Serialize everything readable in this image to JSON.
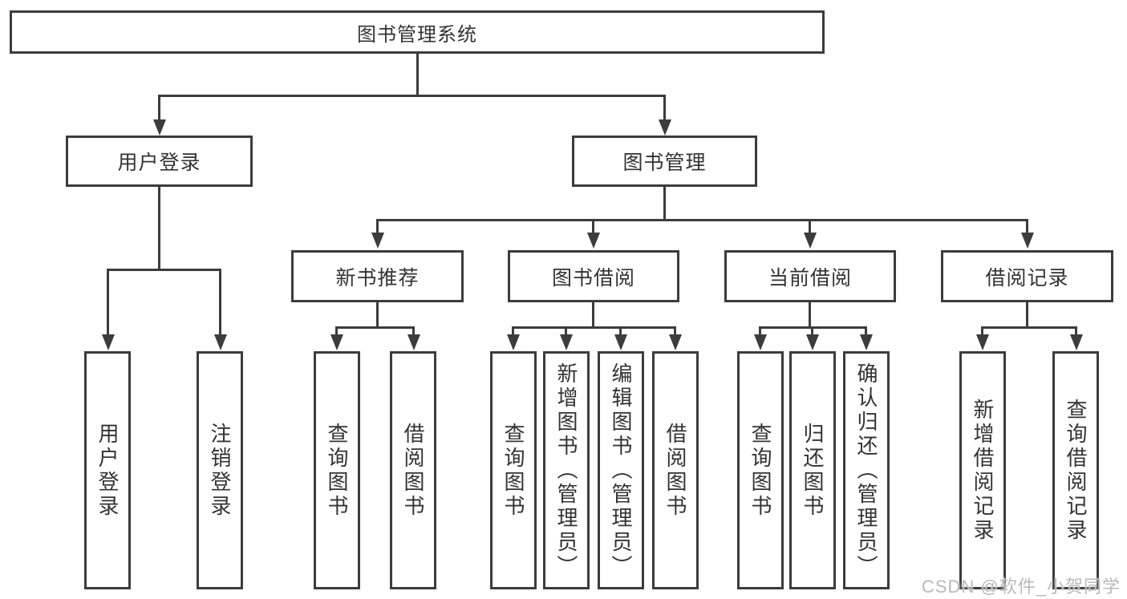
{
  "colors": {
    "line": "#3c3c3c",
    "text": "#333333",
    "background": "#ffffff",
    "watermark": "#b9b9b9"
  },
  "diagram": {
    "root": {
      "label": "图书管理系统"
    },
    "level2": [
      {
        "label": "用户登录"
      },
      {
        "label": "图书管理"
      }
    ],
    "level3": [
      {
        "label": "新书推荐"
      },
      {
        "label": "图书借阅"
      },
      {
        "label": "当前借阅"
      },
      {
        "label": "借阅记录"
      }
    ],
    "leaves": {
      "user_login": [
        "用户登录",
        "注销登录"
      ],
      "new_book": [
        "查询图书",
        "借阅图书"
      ],
      "borrow": [
        "查询图书",
        "新增图书（管理员）",
        "编辑图书（管理员）",
        "借阅图书"
      ],
      "current": [
        "查询图书",
        "归还图书",
        "确认归还（管理员）"
      ],
      "records": [
        "新增借阅记录",
        "查询借阅记录"
      ]
    }
  },
  "watermark": {
    "text": "CSDN @软件_小贺同学"
  }
}
